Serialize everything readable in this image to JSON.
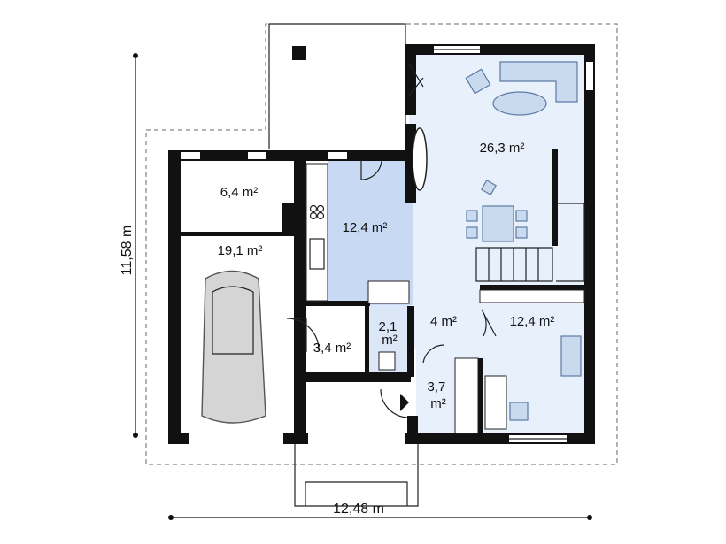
{
  "rooms": [
    {
      "key": "room-living-area",
      "text": "26,3 m²"
    },
    {
      "key": "room-kitchen-area",
      "text": "12,4 m²"
    },
    {
      "key": "room-utility-area",
      "text": "6,4 m²"
    },
    {
      "key": "room-garage-area",
      "text": "19,1 m²"
    },
    {
      "key": "room-hall-area",
      "text": "4 m²"
    },
    {
      "key": "room-office-area",
      "text": "12,4 m²"
    },
    {
      "key": "room-entry-area",
      "text": "3,4 m²"
    },
    {
      "key": "room-wc-area",
      "text": "2,1 m²"
    },
    {
      "key": "room-vestibule-area",
      "text": "3,7 m²"
    }
  ],
  "dimensions": {
    "width": "12,48 m",
    "height": "11,58 m"
  },
  "colors": {
    "wall": "#111111",
    "floor_highlight": "#e8f0fb",
    "kitchen_highlight": "#c8daf3",
    "furniture": "#c9d9ee"
  }
}
